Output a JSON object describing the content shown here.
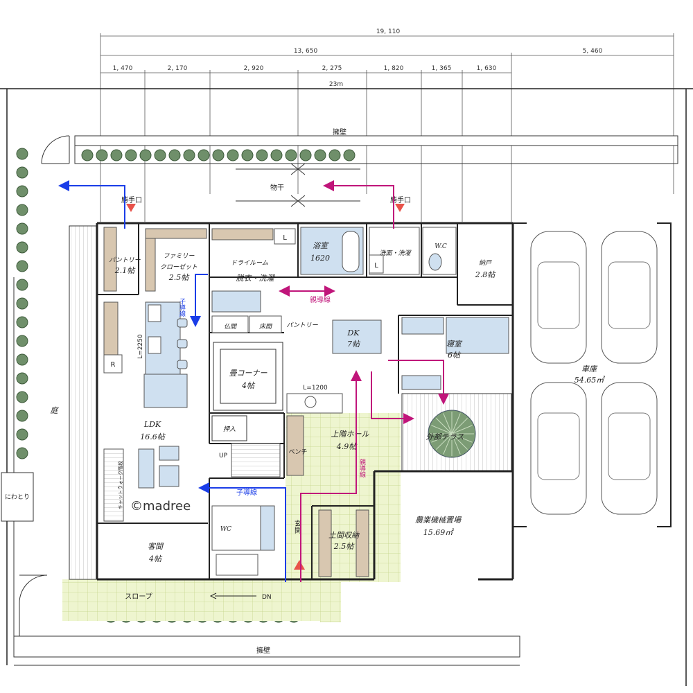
{
  "dimensions": {
    "total": "19, 110",
    "sub_a": "13, 650",
    "sub_b": "5, 460",
    "spans": [
      "1, 470",
      "2, 170",
      "2, 920",
      "2, 275",
      "1, 820",
      "1, 365",
      "1, 630"
    ],
    "site_width": "23m"
  },
  "exterior": {
    "retaining_wall_top": "擁壁",
    "retaining_wall_bottom": "擁壁",
    "drying_area": "物干",
    "garden": "庭",
    "chicken_coop": "にわとり",
    "service_door_left": "勝手口",
    "service_door_right": "勝手口",
    "slope": "スロープ",
    "down": "DN",
    "up": "UP"
  },
  "rooms": {
    "pantry_left": {
      "name": "パントリー",
      "size": "2.1帖"
    },
    "family_closet": {
      "name": "ファミリー\nクローゼット",
      "size": "2.5帖"
    },
    "dry_room": {
      "name": "ドライルーム"
    },
    "dressing": {
      "name": "脱衣・洗濯"
    },
    "bath": {
      "name": "浴室",
      "size": "1620"
    },
    "washroom": {
      "name": "洗面・洗濯"
    },
    "wc_top": {
      "name": "W.C"
    },
    "storage": {
      "name": "納戸",
      "size": "2.8帖"
    },
    "butsuma": {
      "name": "仏間"
    },
    "tokonoma": {
      "name": "床間"
    },
    "pantry_small": {
      "name": "パントリー"
    },
    "dk": {
      "name": "DK",
      "size": "7帖"
    },
    "bedroom": {
      "name": "寝室",
      "size": "6帖"
    },
    "tatami_corner": {
      "name": "畳コーナー",
      "size": "4帖"
    },
    "oshiire": {
      "name": "押入"
    },
    "ldk": {
      "name": "LDK",
      "size": "16.6帖"
    },
    "top_hall": {
      "name": "上階ホール",
      "size": "4.9帖"
    },
    "outdoor_terrace": {
      "name": "外部テラス"
    },
    "wc_bottom": {
      "name": "WC"
    },
    "entrance": {
      "name": "玄関"
    },
    "doma_storage": {
      "name": "土間収納",
      "size": "2.5帖"
    },
    "guest_room": {
      "name": "客間",
      "size": "4帖"
    },
    "farm_machine": {
      "name": "農業機械置場",
      "size": "15.69㎡"
    },
    "garage": {
      "name": "車庫",
      "size": "54.65㎡"
    }
  },
  "annotations": {
    "kitchen_length": "L=2250",
    "counter_length": "L=1200",
    "fridge": "R",
    "laundry_l1": "L",
    "laundry_l2": "L",
    "bench": "ベンチ",
    "cat_stair": "キャットウォーク階段",
    "child_line_1": "子導線",
    "child_line_2": "子導線",
    "parent_line_1": "親導線",
    "parent_line_2": "親導線",
    "watermark": "©madree"
  },
  "colors": {
    "child_route": "#1a3de8",
    "parent_route": "#c0157a",
    "tile": "#eef5cf",
    "tile_line": "#c5d68a",
    "marker": "#e8524a",
    "water": "#cfe0f0",
    "wood": "#d8c7b0",
    "tree": "#6f8f6a"
  }
}
